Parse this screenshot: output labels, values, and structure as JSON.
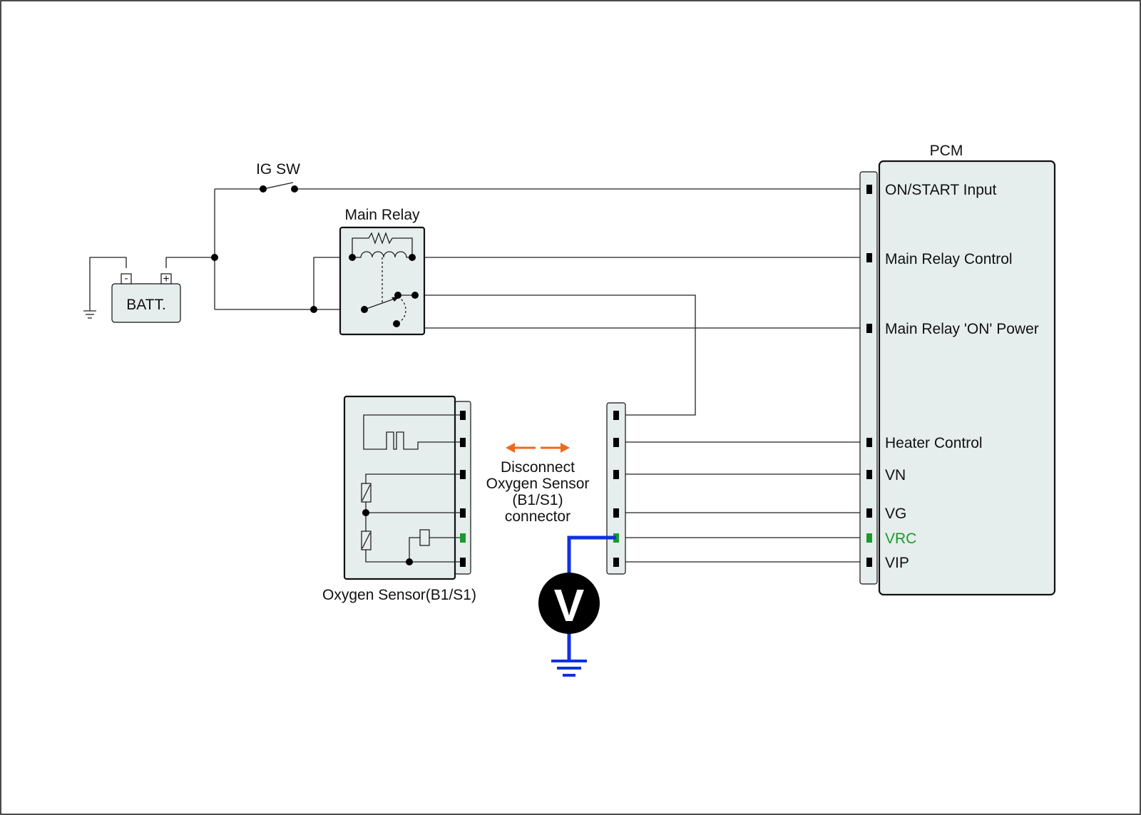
{
  "labels": {
    "ig_sw": "IG SW",
    "main_relay": "Main Relay",
    "battery": "BATT.",
    "battery_neg": "-",
    "battery_pos": "+",
    "pcm": "PCM",
    "oxygen_sensor": "Oxygen Sensor(B1/S1)",
    "voltmeter": "V",
    "note_lines": [
      "Disconnect",
      "Oxygen Sensor",
      "(B1/S1)",
      "connector"
    ]
  },
  "pcm_pins": [
    {
      "label": "ON/START Input"
    },
    {
      "label": "Main Relay Control"
    },
    {
      "label": "Main Relay 'ON' Power"
    },
    {
      "label": "Heater Control"
    },
    {
      "label": "VN"
    },
    {
      "label": "VG"
    },
    {
      "label": "VRC"
    },
    {
      "label": "VIP"
    }
  ],
  "colors": {
    "highlight_pin": "#1a9a2a",
    "meter_wire": "#1030e0",
    "disconnect_arrows": "#ee6a1e"
  }
}
